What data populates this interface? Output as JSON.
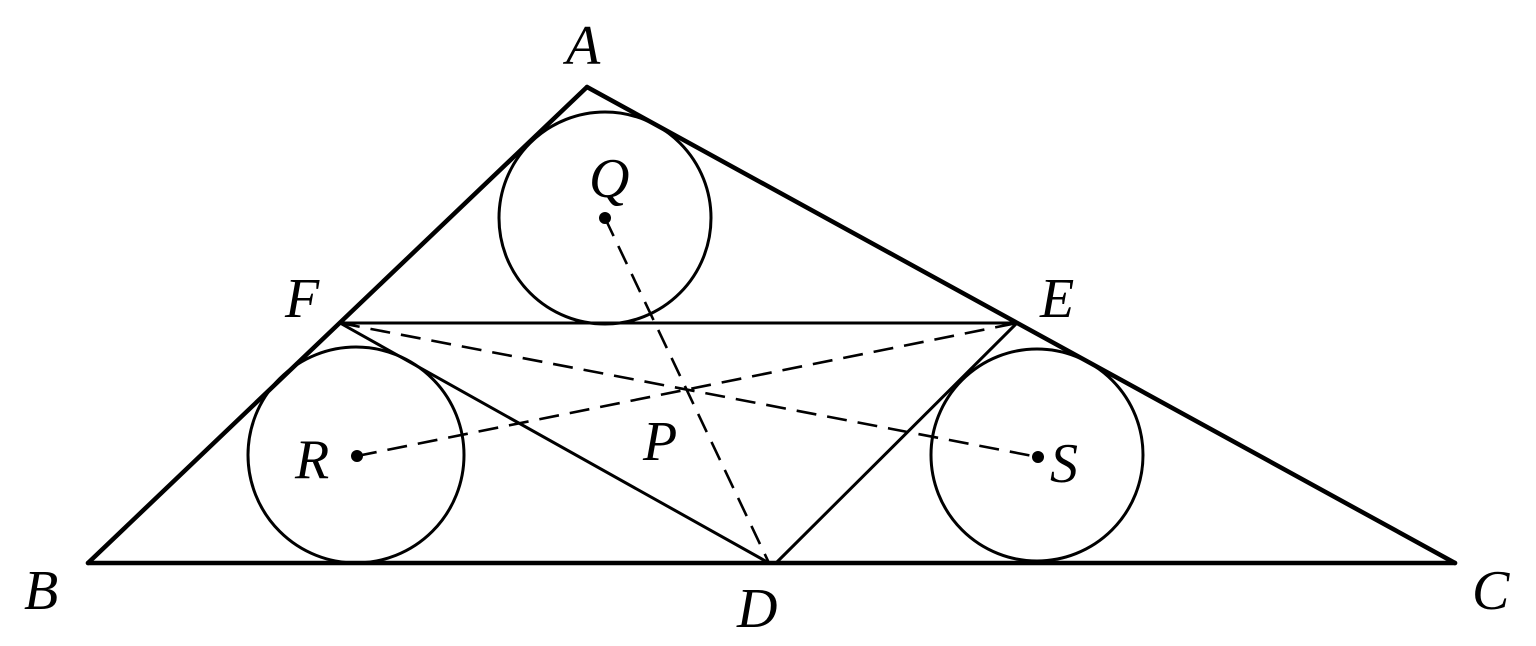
{
  "points": {
    "A": "A",
    "B": "B",
    "C": "C",
    "D": "D",
    "E": "E",
    "F": "F",
    "P": "P",
    "Q": "Q",
    "R": "R",
    "S": "S"
  },
  "colors": {
    "stroke": "#000000",
    "background": "#ffffff"
  }
}
